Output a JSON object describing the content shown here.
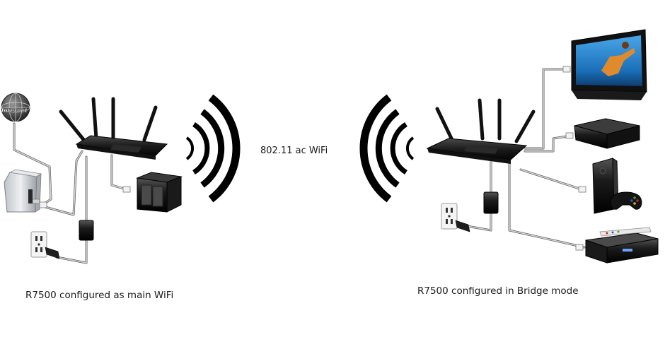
{
  "diagram": {
    "wifi_label": "802.11 ac WiFi",
    "left_caption": "R7500 configured as main WiFi",
    "right_caption": "R7500 configured in Bridge mode",
    "globe_label": "Internet"
  },
  "icons": {
    "globe": "globe-icon",
    "modem": "modem-icon",
    "power_outlet": "power-outlet-icon",
    "power_adapter": "power-adapter-icon",
    "main_router": "router-icon",
    "bridge_router": "router-icon",
    "nas": "nas-storage-icon",
    "wifi_waves": "wifi-signal-icon",
    "tv": "television-icon",
    "media_player": "media-player-icon",
    "game_console": "game-console-icon",
    "controller": "game-controller-icon",
    "settop_box": "set-top-box-icon",
    "remote": "remote-control-icon"
  }
}
